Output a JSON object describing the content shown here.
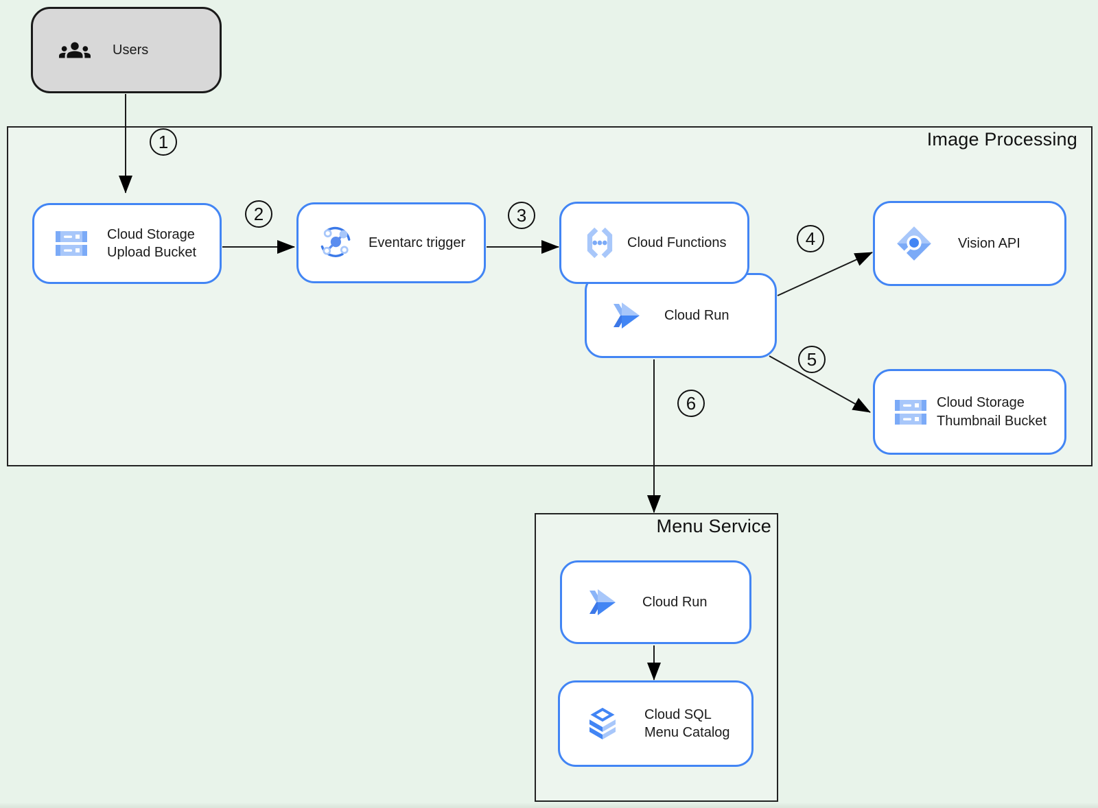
{
  "palette": {
    "accent_blue": "#4285f4",
    "background_green": "#e8f3ea",
    "node_background": "#ffffff",
    "users_background": "#d8d8d8",
    "line_black": "#1a1a1a"
  },
  "groups": {
    "image_processing": {
      "label": "Image Processing"
    },
    "menu_service": {
      "label": "Menu Service"
    }
  },
  "nodes": {
    "users": {
      "label": "Users",
      "icon": "users-group-icon"
    },
    "upload_bucket": {
      "label": "Cloud Storage\nUpload Bucket",
      "icon": "cloud-storage-icon"
    },
    "eventarc": {
      "label": "Eventarc trigger",
      "icon": "eventarc-icon"
    },
    "cloud_functions": {
      "label": "Cloud Functions",
      "icon": "cloud-functions-icon"
    },
    "cloud_run_image": {
      "label": "Cloud Run",
      "icon": "cloud-run-icon"
    },
    "vision_api": {
      "label": "Vision API",
      "icon": "vision-api-icon"
    },
    "thumbnail_bucket": {
      "label": "Cloud Storage\nThumbnail Bucket",
      "icon": "cloud-storage-icon"
    },
    "cloud_run_menu": {
      "label": "Cloud Run",
      "icon": "cloud-run-icon"
    },
    "cloud_sql": {
      "label": "Cloud SQL\nMenu Catalog",
      "icon": "cloud-sql-icon"
    }
  },
  "steps": {
    "s1": "1",
    "s2": "2",
    "s3": "3",
    "s4": "4",
    "s5": "5",
    "s6": "6"
  }
}
